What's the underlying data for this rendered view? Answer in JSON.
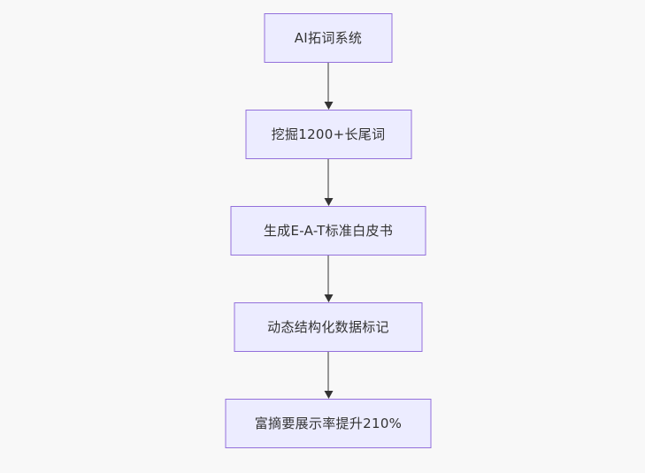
{
  "page": {
    "background_color": "#f8f8f8"
  },
  "diagram": {
    "type": "flowchart",
    "direction": "top-down",
    "colors": {
      "node_fill": "#ECECFF",
      "node_stroke": "#9370DB",
      "text": "#333333",
      "arrow": "#333333",
      "page_background": "#f8f8f8"
    },
    "nodes": [
      {
        "label": "AI拓词系统"
      },
      {
        "label": "挖掘1200+长尾词"
      },
      {
        "label": "生成E-A-T标准白皮书"
      },
      {
        "label": "动态结构化数据标记"
      },
      {
        "label": "富摘要展示率提升210%"
      }
    ],
    "edges": [
      {
        "from": "AI拓词系统",
        "to": "挖掘1200+长尾词"
      },
      {
        "from": "挖掘1200+长尾词",
        "to": "生成E-A-T标准白皮书"
      },
      {
        "from": "生成E-A-T标准白皮书",
        "to": "动态结构化数据标记"
      },
      {
        "from": "动态结构化数据标记",
        "to": "富摘要展示率提升210%"
      }
    ]
  }
}
